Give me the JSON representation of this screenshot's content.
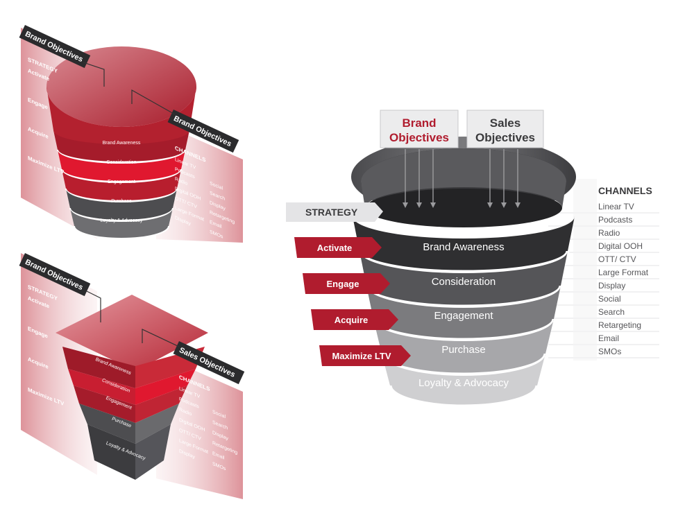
{
  "funnel_main": {
    "top_labels": [
      "Brand Objectives",
      "Sales Objectives"
    ],
    "top_label_lines": {
      "brand": [
        "Brand",
        "Objectives"
      ],
      "sales": [
        "Sales",
        "Objectives"
      ]
    },
    "strategy_label": "STRATEGY",
    "strategies": [
      "Activate",
      "Engage",
      "Acquire",
      "Maximize LTV"
    ],
    "stages": [
      "Brand Awareness",
      "Consideration",
      "Engagement",
      "Purchase",
      "Loyalty & Advocacy"
    ],
    "channels_title": "CHANNELS",
    "channels": [
      "Linear TV",
      "Podcasts",
      "Radio",
      "Digital OOH",
      "OTT/ CTV",
      "Large Format",
      "Display",
      "Social",
      "Search",
      "Retargeting",
      "Email",
      "SMOs"
    ]
  },
  "funnel_top_left": {
    "banner_left": "Brand Objectives",
    "banner_right": "Brand Objectives",
    "strategy_label": "STRATEGY",
    "strategies": [
      "Activate",
      "Engage",
      "Acquire",
      "Maximize LTV"
    ],
    "stages": [
      "Brand Awareness",
      "Consideration",
      "Engagement",
      "Purchase",
      "Loyalty & Advocacy"
    ],
    "channels_title": "CHANNELS",
    "channels_col1": [
      "Linear TV",
      "Podcasts",
      "Radio",
      "Digital OOH",
      "OTT/ CTV",
      "Large Format",
      "Display"
    ],
    "channels_col2": [
      "Social",
      "Search",
      "Display",
      "Retargeting",
      "Email",
      "SMOs"
    ]
  },
  "funnel_bottom_left": {
    "banner_left": "Brand Objectives",
    "banner_right": "Sales Objectives",
    "strategy_label": "STRATEGY",
    "strategies": [
      "Activate",
      "Engage",
      "Acquire",
      "Maximize LTV"
    ],
    "stages": [
      "Brand Awareness",
      "Consideration",
      "Engagement",
      "Purchase",
      "Loyalty & Advocacy"
    ],
    "channels_title": "CHANNELS",
    "channels_col1": [
      "Linear TV",
      "Podcasts",
      "Radio",
      "Digital OOH",
      "OTT/ CTV",
      "Large Format",
      "Display"
    ],
    "channels_col2": [
      "Social",
      "Search",
      "Display",
      "Retargeting",
      "Email",
      "SMOs"
    ]
  },
  "colors": {
    "brand_red": "#b01c2e",
    "bright_red": "#e0182f",
    "dark_gray": "#3a3a3c",
    "mid_gray": "#6d6d70",
    "light_gray": "#d4d4d6"
  }
}
